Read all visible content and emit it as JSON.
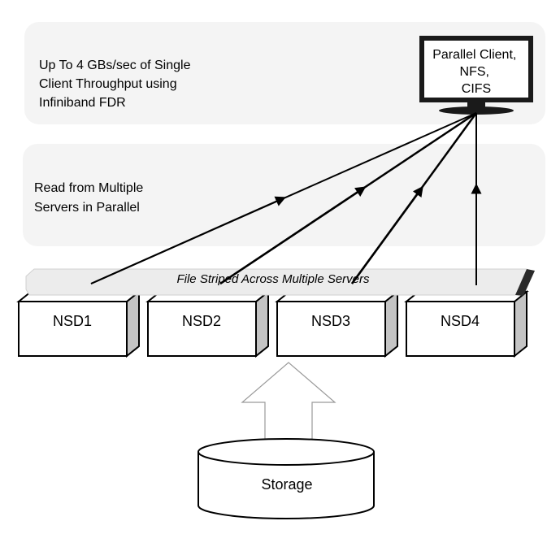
{
  "throughput_text": {
    "line1": "Up To 4 GBs/sec of Single",
    "line2": "Client Throughput using",
    "line3": "Infiniband FDR"
  },
  "read_text": {
    "line1": "Read from Multiple",
    "line2": "Servers in Parallel"
  },
  "client": {
    "line1": "Parallel Client,",
    "line2": "NFS,",
    "line3": "CIFS",
    "icon": "monitor-icon"
  },
  "stripe_label": "File Striped Across Multiple Servers",
  "servers": [
    {
      "label": "NSD1"
    },
    {
      "label": "NSD2"
    },
    {
      "label": "NSD3"
    },
    {
      "label": "NSD4"
    }
  ],
  "storage": {
    "label": "Storage",
    "icon": "database-cylinder-icon"
  },
  "colors": {
    "panel": "#f4f4f4",
    "stripe": "#ececec",
    "box_side": "#c4c4c4",
    "stroke": "#000000"
  }
}
